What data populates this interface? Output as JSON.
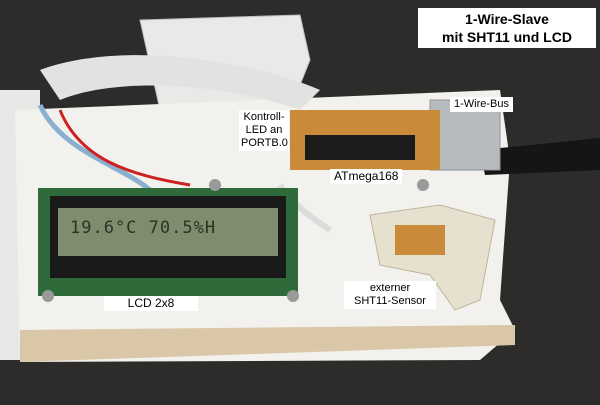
{
  "title_line1": "1-Wire-Slave",
  "title_line2": "mit SHT11 und LCD",
  "labels": {
    "bus": "1-Wire-Bus",
    "led_line1": "Kontroll-",
    "led_line2": "LED an",
    "led_line3": "PORTB.0",
    "mcu": "ATmega168",
    "lcd": "LCD 2x8",
    "sensor_line1": "externer",
    "sensor_line2": "SHT11-Sensor"
  },
  "lcd_display": "19.6°C 70.5%H",
  "colors": {
    "board": "#f3f2ee",
    "lcd_screen": "#7f8c6e",
    "pcb_green": "#2f6b3a",
    "proto_board": "#c98a3a",
    "background": "#2b2b2b"
  }
}
